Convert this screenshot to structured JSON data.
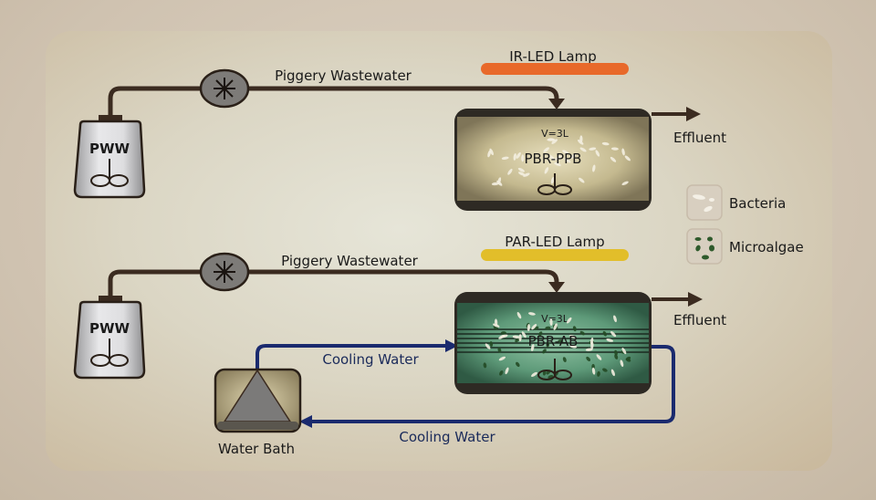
{
  "top_line": {
    "tank_label": "PWW",
    "flow_label": "Piggery Wastewater",
    "lamp_label": "IR-LED Lamp",
    "lamp_color": "#e8692a",
    "reactor_volume": "V=3L",
    "reactor_label": "PBR-PPB",
    "effluent_label": "Effluent"
  },
  "bottom_line": {
    "tank_label": "PWW",
    "flow_label": "Piggery Wastewater",
    "lamp_label": "PAR-LED Lamp",
    "lamp_color": "#e2be2a",
    "reactor_volume": "V=3L",
    "reactor_label": "PBR-AB",
    "effluent_label": "Effluent",
    "cooling_label_top": "Cooling Water",
    "cooling_label_bottom": "Cooling Water",
    "water_bath_label": "Water Bath"
  },
  "legend": {
    "items": [
      {
        "label": "Bacteria",
        "icon": "bacteria-icon"
      },
      {
        "label": "Microalgae",
        "icon": "microalgae-icon"
      }
    ]
  },
  "colors": {
    "pipe": "#3b2b20",
    "cooling": "#1a2a6e",
    "reactor_top_fill": "#bfb58e",
    "reactor_bottom_fill": "#5f9a7a"
  }
}
